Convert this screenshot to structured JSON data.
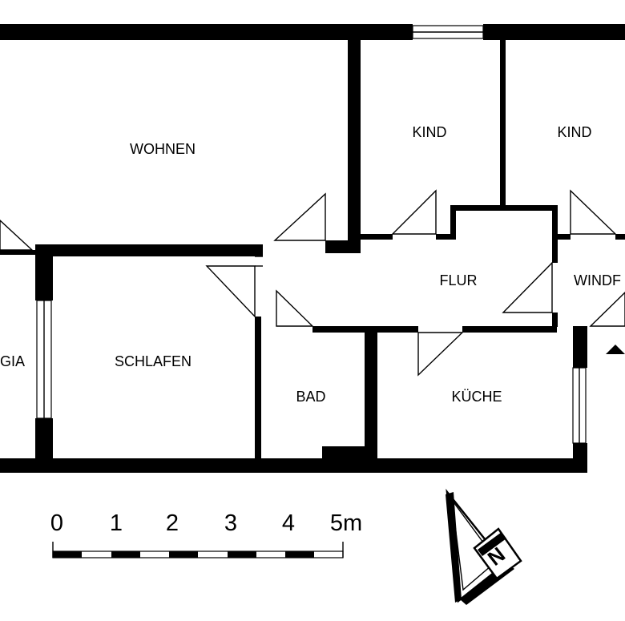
{
  "rooms": {
    "wohnen": "WOHNEN",
    "kind1": "KIND",
    "kind2": "KIND",
    "flur": "FLUR",
    "windfang": "WINDF",
    "loggia": "GIA",
    "schlafen": "SCHLAFEN",
    "bad": "BAD",
    "kueche": "KÜCHE"
  },
  "scale": {
    "ticks": [
      "0",
      "1",
      "2",
      "3",
      "4",
      "5m"
    ]
  },
  "north_arrow": {
    "letter": "N"
  }
}
